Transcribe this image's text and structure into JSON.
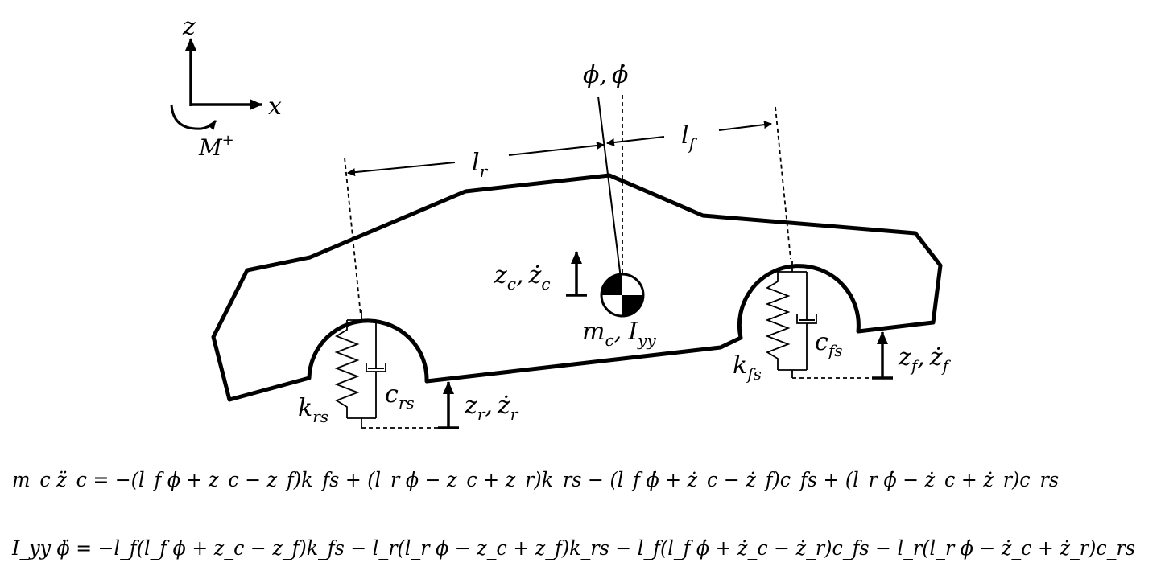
{
  "axes": {
    "z": "z",
    "x": "x",
    "moment": "M",
    "moment_sup": "+"
  },
  "pitch": {
    "phi": "ϕ",
    "sep": ",",
    "phi_dot": "ϕ̇"
  },
  "dims": {
    "lr": {
      "base": "l",
      "sub": "r"
    },
    "lf": {
      "base": "l",
      "sub": "f"
    }
  },
  "body_motion": {
    "z": "z",
    "sub": "c",
    "sep": ",",
    "zdot": "ż",
    "sub2": "c"
  },
  "mass": {
    "m": "m",
    "m_sub": "c",
    "sep": ",",
    "I": "I",
    "I_sub": "yy"
  },
  "front": {
    "c": "c",
    "c_sub": "fs",
    "k": "k",
    "k_sub": "fs",
    "z": "z",
    "z_sub": "f",
    "sep": ",",
    "zdot": "ż",
    "zdot_sub": "f"
  },
  "rear": {
    "c": "c",
    "c_sub": "rs",
    "k": "k",
    "k_sub": "rs",
    "z": "z",
    "z_sub": "r",
    "sep": ",",
    "zdot": "ż",
    "zdot_sub": "r"
  },
  "equations": [
    "m_c z̈_c = −(l_f ϕ + z_c − z_f)k_fs + (l_r ϕ − z_c + z_r)k_rs − (l_f ϕ̇ + ż_c − ż_f)c_fs + (l_r ϕ̇ − ż_c + ż_r)c_rs",
    "I_yy ϕ̈ = −l_f(l_f ϕ + z_c − z_f)k_fs − l_r(l_r ϕ − z_c + z_f)k_rs − l_f(l_f ϕ̇ + ż_c − ż_r)c_fs − l_r(l_r ϕ̇ − ż_c + ż_r)c_rs"
  ]
}
